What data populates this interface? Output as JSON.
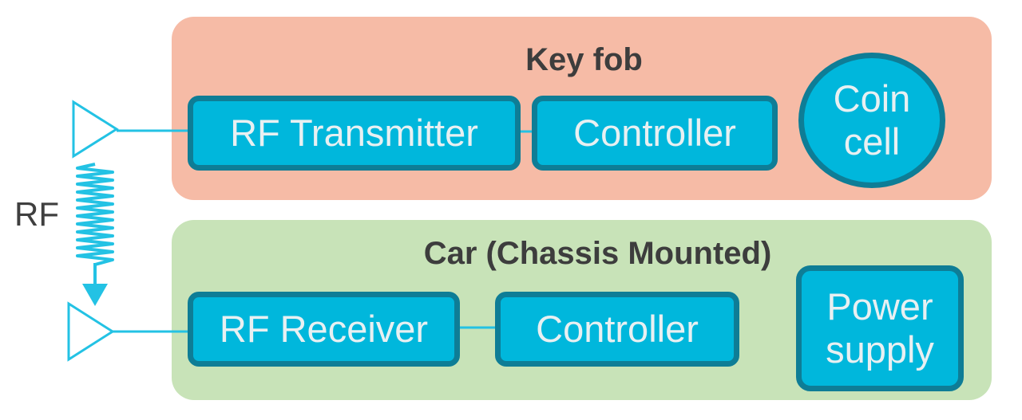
{
  "keyfob": {
    "title": "Key fob",
    "rf_transmitter": "RF Transmitter",
    "controller": "Controller",
    "coin_cell_line1": "Coin",
    "coin_cell_line2": "cell"
  },
  "car": {
    "title": "Car (Chassis Mounted)",
    "rf_receiver": "RF Receiver",
    "controller": "Controller",
    "power_supply_line1": "Power",
    "power_supply_line2": "supply"
  },
  "rf_link": {
    "label": "RF"
  },
  "colors": {
    "keyfob_background": "#f6bba6",
    "car_background": "#c8e3b8",
    "block_fill": "#00b7dc",
    "block_border": "#0e7d96",
    "block_text": "#e8f0f2",
    "rf_signal": "#23c2e4"
  }
}
